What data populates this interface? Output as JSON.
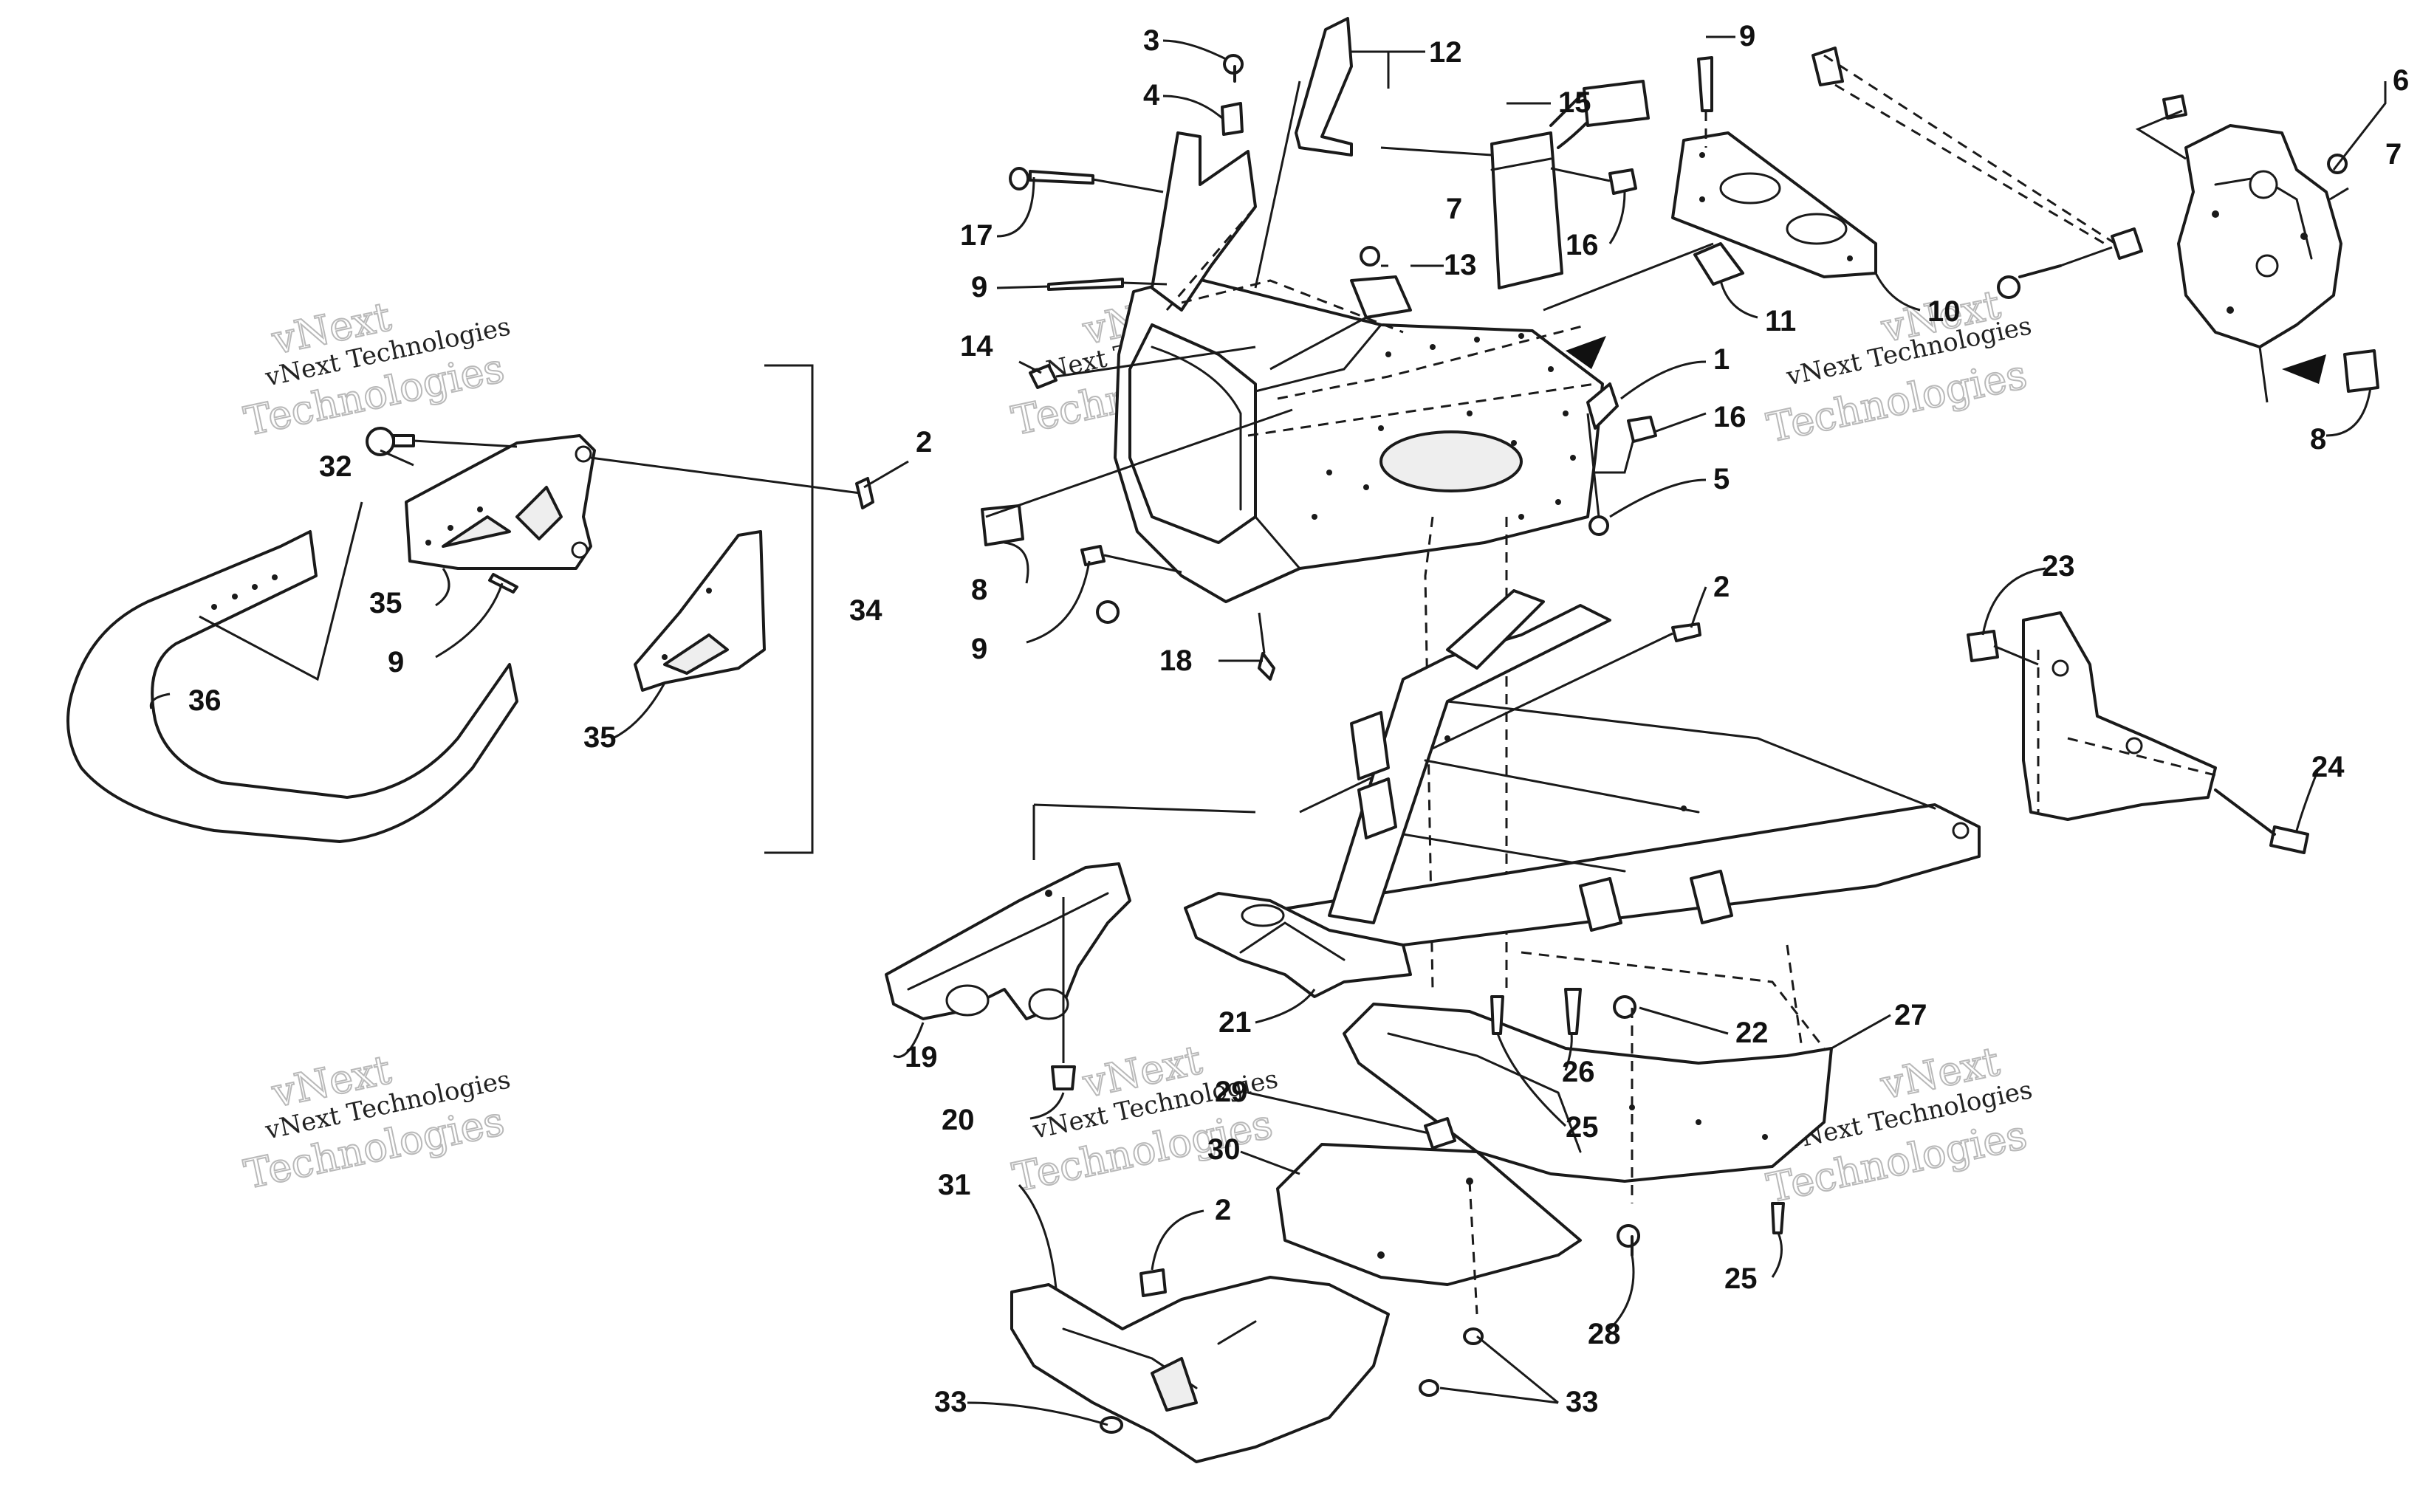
{
  "callouts": {
    "c1": "1",
    "c2a": "2",
    "c2b": "2",
    "c2c": "2",
    "c3": "3",
    "c4": "4",
    "c5": "5",
    "c6": "6",
    "c7a": "7",
    "c7b": "7",
    "c8a": "8",
    "c8b": "8",
    "c9a": "9",
    "c9b": "9",
    "c9c": "9",
    "c9d": "9",
    "c10": "10",
    "c11": "11",
    "c12": "12",
    "c13": "13",
    "c14": "14",
    "c15": "15",
    "c16a": "16",
    "c16b": "16",
    "c17": "17",
    "c18": "18",
    "c19": "19",
    "c20": "20",
    "c21": "21",
    "c22": "22",
    "c23": "23",
    "c24": "24",
    "c25a": "25",
    "c25b": "25",
    "c26": "26",
    "c27": "27",
    "c28": "28",
    "c29": "29",
    "c30": "30",
    "c31": "31",
    "c32": "32",
    "c33a": "33",
    "c33b": "33",
    "c34": "34",
    "c35a": "35",
    "c35b": "35",
    "c36": "36"
  },
  "watermarks": [
    {
      "line1": "vNext",
      "line2": "vNext Technologies",
      "line3": "Technologies"
    },
    {
      "line1": "vNext",
      "line2": "vNext Technologies",
      "line3": "Technologies"
    },
    {
      "line1": "vNext",
      "line2": "vNext Technologies",
      "line3": "Technologies"
    },
    {
      "line1": "vNext",
      "line2": "vNext Technologies",
      "line3": "Technologies"
    },
    {
      "line1": "vNext",
      "line2": "vNext Technologies",
      "line3": "Technologies"
    },
    {
      "line1": "vNext",
      "line2": "vNext Technologies",
      "line3": "Technologies"
    }
  ],
  "colors": {
    "line": "#1a1a1a",
    "watermark": "#b9b9b9",
    "background": "#ffffff"
  }
}
